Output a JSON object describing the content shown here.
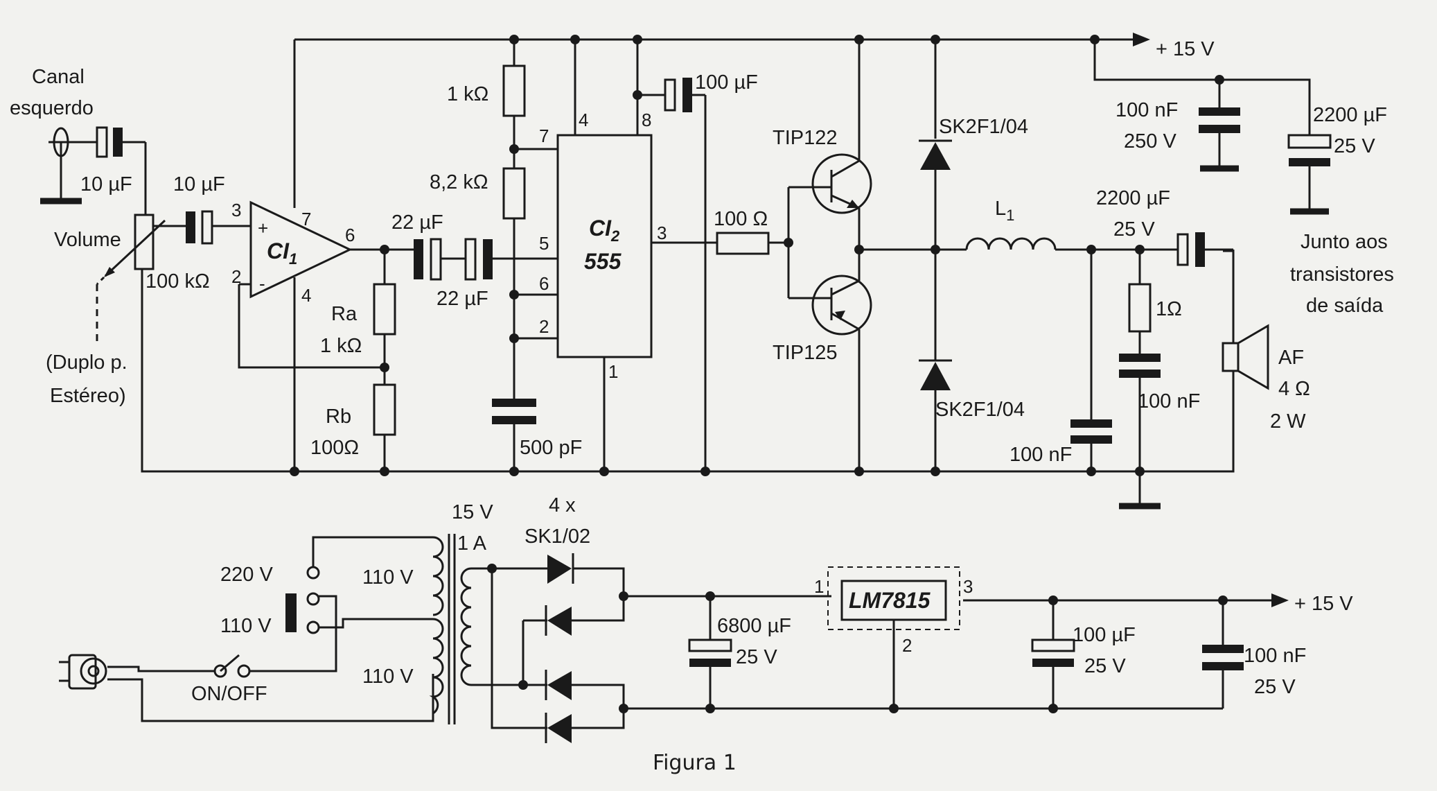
{
  "labels": {
    "canal": "Canal",
    "esquerdo": "esquerdo",
    "c_in": "10 µF",
    "c_in2": "10 µF",
    "volume": "Volume",
    "pot": "100 kΩ",
    "duplo": "(Duplo p.",
    "estereo": "Estéreo)",
    "ci1": "CI",
    "ci1_sub": "1",
    "ci2": "CI",
    "ci2_sub": "2",
    "ci2_num": "555",
    "ra": "Ra",
    "ra_val": "1 kΩ",
    "rb": "Rb",
    "rb_val": "100Ω",
    "c22a": "22 µF",
    "c22b": "22 µF",
    "r1k": "1 kΩ",
    "r82k": "8,2 kΩ",
    "c500": "500 pF",
    "c100u": "100 µF",
    "r100": "100 Ω",
    "tip122": "TIP122",
    "tip125": "TIP125",
    "sk_top": "SK2F1/04",
    "sk_bot": "SK2F1/04",
    "l1": "L",
    "l1_sub": "1",
    "c2200_out": "2200 µF",
    "c2200_out_v": "25 V",
    "r1ohm": "1Ω",
    "c100n_a": "100 nF",
    "c100n_b": "100 nF",
    "spk": "AF",
    "spk_ohm": "4 Ω",
    "spk_w": "2 W",
    "v15_top": "+ 15 V",
    "c100n_250": "100  nF",
    "c100n_250_v": "250 V",
    "c2200_sup": "2200 µF",
    "c2200_sup_v": "25 V",
    "junto1": "Junto aos",
    "junto2": "transistores",
    "junto3": "de saída",
    "tr_v": "15 V",
    "tr_a": "1 A",
    "diodes_n": "4 x",
    "diodes": "SK1/02",
    "v220": "220 V",
    "v110": "110 V",
    "onoff": "ON/OFF",
    "w110a": "110 V",
    "w110b": "110 V",
    "c6800": "6800 µF",
    "c6800_v": "25 V",
    "reg": "LM7815",
    "c100u_b": "100 µF",
    "c100u_b_v": "25 V",
    "c100n_c": "100 nF",
    "c100n_c_v": "25 V",
    "v15_bot": "+ 15 V",
    "caption": "Figura 1"
  },
  "pins": {
    "p3": "3",
    "p2": "2",
    "p7": "7",
    "p4a": "4",
    "p6": "6",
    "q7": "7",
    "q4": "4",
    "q8": "8",
    "q5": "5",
    "q6": "6",
    "q2": "2",
    "q1": "1",
    "q3": "3",
    "r1": "1",
    "r2": "2",
    "r3": "3",
    "plus": "+",
    "minus": "-"
  }
}
